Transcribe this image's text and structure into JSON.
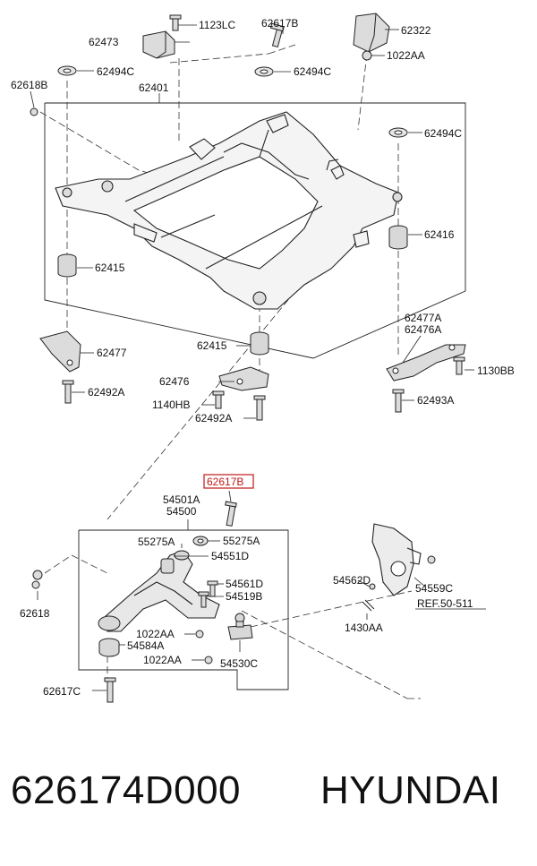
{
  "labels": {
    "l_1123LC": "1123LC",
    "l_62617B_top": "62617B",
    "l_62322": "62322",
    "l_62473": "62473",
    "l_1022AA_top": "1022AA",
    "l_62494C_a": "62494C",
    "l_62494C_b": "62494C",
    "l_62618B": "62618B",
    "l_62401": "62401",
    "l_62494C_c": "62494C",
    "l_62416": "62416",
    "l_62415_left": "62415",
    "l_62477A": "62477A",
    "l_62476A": "62476A",
    "l_62477": "62477",
    "l_62415_mid": "62415",
    "l_1130BB": "1130BB",
    "l_62476": "62476",
    "l_62492A_left": "62492A",
    "l_62493A": "62493A",
    "l_1140HB": "1140HB",
    "l_62492A_mid": "62492A",
    "l_62617B_hl": "62617B",
    "l_54501A": "54501A",
    "l_54500": "54500",
    "l_55275A_left": "55275A",
    "l_55275A_right": "55275A",
    "l_54551D": "54551D",
    "l_54562D": "54562D",
    "l_54561D": "54561D",
    "l_54559C": "54559C",
    "l_62618": "62618",
    "l_54519B": "54519B",
    "l_REF": "REF.50-511",
    "l_1022AA_mid": "1022AA",
    "l_1430AA": "1430AA",
    "l_54584A": "54584A",
    "l_1022AA_low": "1022AA",
    "l_54530C": "54530C",
    "l_62617C": "62617C"
  },
  "footer": {
    "part_number": "626174D000",
    "brand": "HYUNDAI"
  },
  "colors": {
    "line": "#222222",
    "highlight": "#c01818",
    "part_fill": "#dcdcdc"
  }
}
